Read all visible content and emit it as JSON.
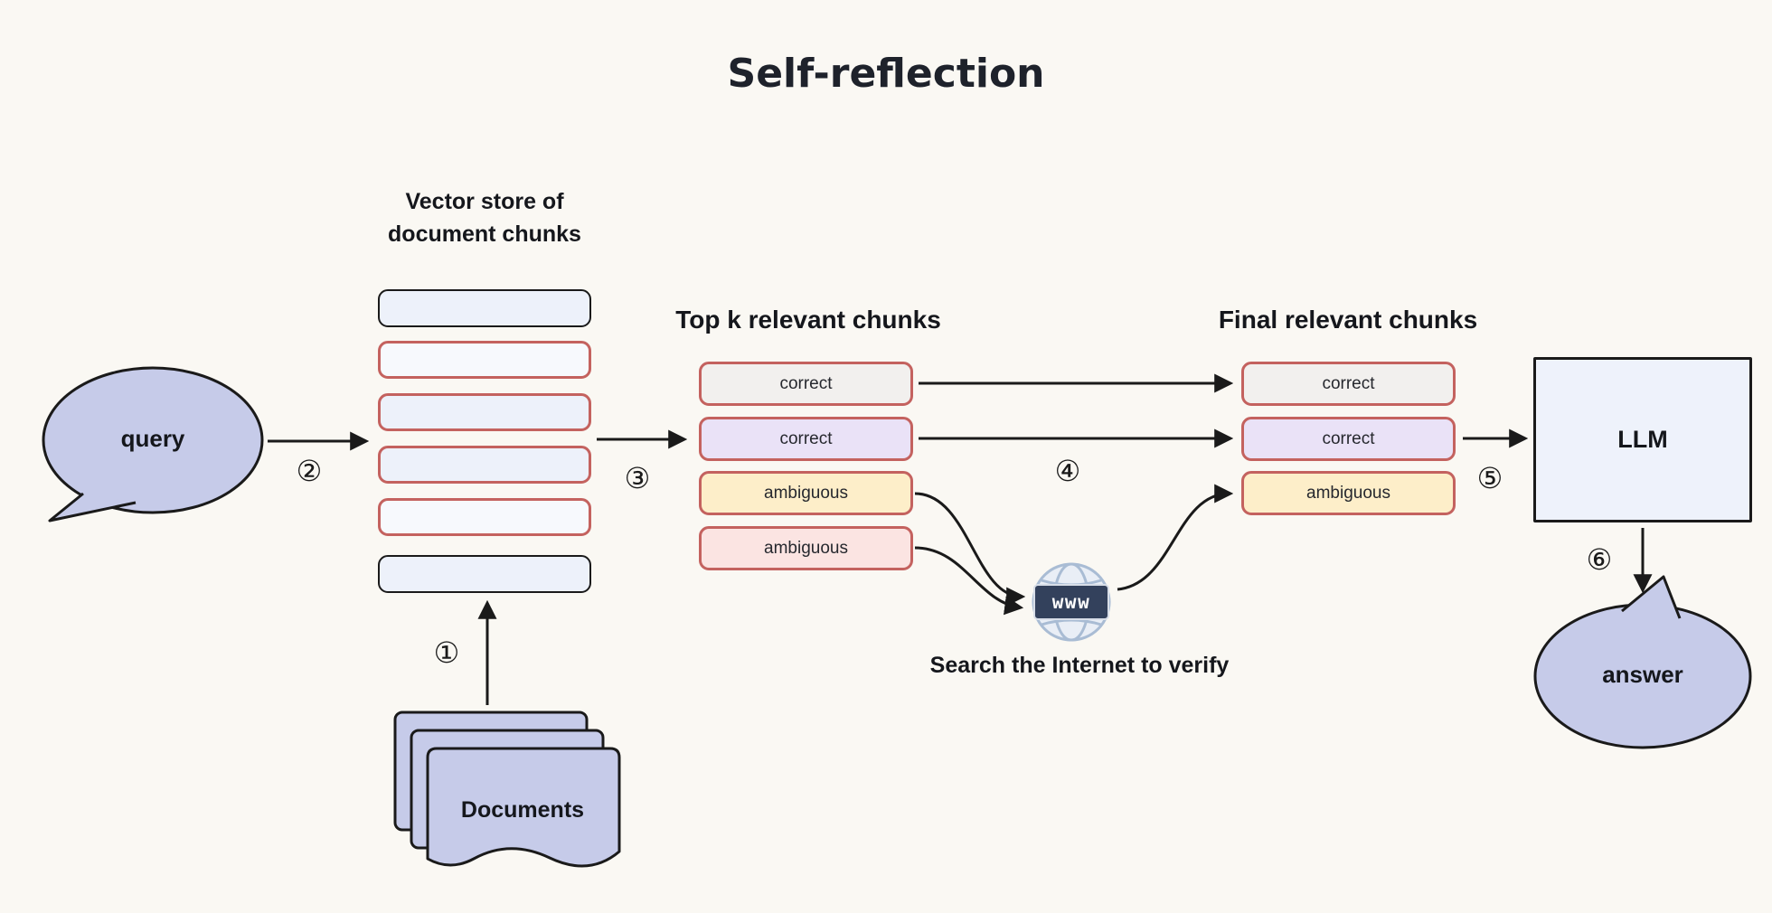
{
  "title": "Self-reflection",
  "vector_store": {
    "heading_line1": "Vector store of",
    "heading_line2": "document chunks"
  },
  "top_chunks": {
    "heading": "Top k relevant chunks",
    "items": [
      "correct",
      "correct",
      "ambiguous",
      "ambiguous"
    ]
  },
  "final_chunks": {
    "heading": "Final relevant chunks",
    "items": [
      "correct",
      "correct",
      "ambiguous"
    ]
  },
  "bubbles": {
    "query": "query",
    "answer": "answer"
  },
  "llm": {
    "label": "LLM"
  },
  "documents": {
    "label": "Documents"
  },
  "internet": {
    "badge": "www",
    "caption": "Search the Internet to verify"
  },
  "steps": {
    "s1": "①",
    "s2": "②",
    "s3": "③",
    "s4": "④",
    "s5": "⑤",
    "s6": "⑥"
  },
  "colors": {
    "background": "#faf8f3",
    "ink": "#1a1a1a",
    "lavender": "#c6cbe9",
    "red_border": "#c4625f",
    "stack_fill": "#edf1fa",
    "chunk_gray": "#f2f0ee",
    "chunk_purple": "#eae2f7",
    "chunk_yellow": "#fdeec9",
    "chunk_pink": "#fbe4e2",
    "globe_badge": "#33415c",
    "globe_stroke": "#a9bcd4"
  }
}
